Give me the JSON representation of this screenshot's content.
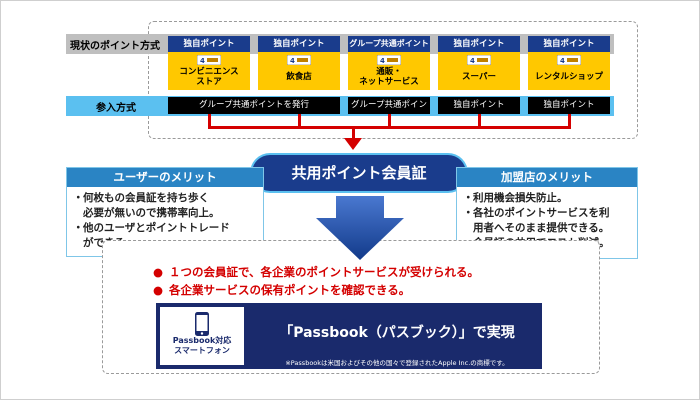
{
  "current_method_label": "現状のポイント方式",
  "stores": [
    {
      "header": "独自ポイント",
      "name_lines": [
        "コンビニエンス",
        "ストア"
      ]
    },
    {
      "header": "独自ポイント",
      "name_lines": [
        "飲食店"
      ]
    },
    {
      "header": "グループ共通ポイント",
      "name_lines": [
        "通販・",
        "ネットサービス"
      ]
    },
    {
      "header": "独自ポイント",
      "name_lines": [
        "スーパー"
      ]
    },
    {
      "header": "独自ポイント",
      "name_lines": [
        "レンタルショップ"
      ]
    }
  ],
  "participation_label": "参入方式",
  "participation_boxes": [
    "グループ共通ポイントを発行",
    "グループ共通ポイント",
    "独自ポイント",
    "独自ポイント"
  ],
  "central_card": "共用ポイント会員証",
  "user_merit": {
    "title": "ユーザーのメリット",
    "items": [
      {
        "bullet": "・",
        "lines": [
          "何枚もの会員証を持ち歩く",
          "必要が無いので携帯率向上。"
        ]
      },
      {
        "bullet": "・",
        "lines": [
          "他のユーザとポイントトレード",
          "ができる。"
        ]
      }
    ]
  },
  "member_merit": {
    "title": "加盟店のメリット",
    "items": [
      {
        "bullet": "・",
        "lines": [
          "利用機会損失防止。"
        ]
      },
      {
        "bullet": "・",
        "lines": [
          "各社のポイントサービスを利",
          "用者へそのまま提供できる。"
        ]
      },
      {
        "bullet": "・",
        "lines": [
          "会員証の共用でコスト削減。"
        ]
      }
    ]
  },
  "benefits": [
    {
      "bullet": "●",
      "text": "１つの会員証で、各企業のポイントサービスが受けられる。"
    },
    {
      "bullet": "●",
      "text": "各企業サービスの保有ポイントを確認できる。"
    }
  ],
  "passbook": {
    "device_line1": "Passbook対応",
    "device_line2": "スマートフォン",
    "title": "「Passbook（パスブック）」で実現",
    "note": "※Passbookは米国およびその他の国々で登録されたApple Inc.の商標です。"
  },
  "colors": {
    "navy": "#1a3c8c",
    "yellow": "#ffc800",
    "sky": "#5bc0f0",
    "red": "#d40000",
    "merit_blue": "#2a84c4",
    "passbook_navy": "#1a2a6c"
  }
}
